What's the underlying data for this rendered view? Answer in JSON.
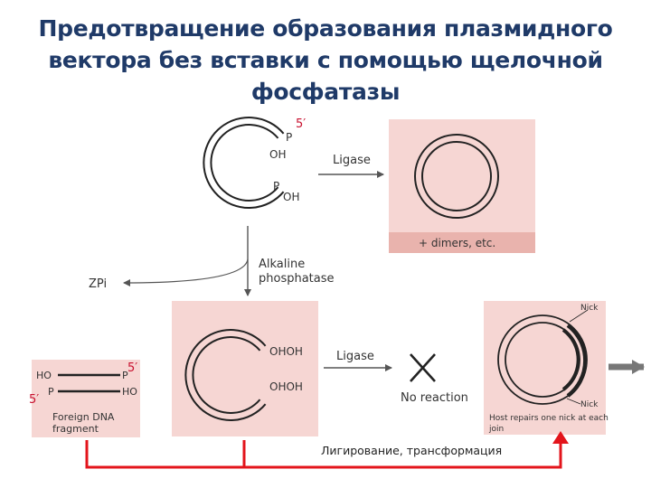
{
  "slide": {
    "title_lines": [
      "Предотвращение образования плазмидного",
      "вектора без вставки с помощью щелочной",
      "фосфатазы"
    ],
    "caption": "Лигирование, трансформация"
  },
  "diagram": {
    "five_prime": "5′",
    "top_vector": {
      "p": "P",
      "oh1": "OH",
      "p2": "P",
      "oh2": "OH"
    },
    "ligase_label": "Ligase",
    "dimers_label": "+ dimers, etc.",
    "alkaline_label_1": "Alkaline",
    "alkaline_label_2": "phosphatase",
    "zpi_label": "ZPi",
    "dephos_vector": {
      "ohoh1": "OHOH",
      "ohoh2": "OHOH"
    },
    "ligase_label_2": "Ligase",
    "no_reaction_label": "No reaction",
    "insert": {
      "ho1": "HO",
      "p1": "P",
      "p2": "P",
      "ho2": "HO"
    },
    "insert_caption_1": "Foreign DNA",
    "insert_caption_2": "fragment",
    "nick_label_1": "Nick",
    "nick_label_2": "Nick",
    "host_caption_1": "Host repairs one nick at each",
    "host_caption_2": "join"
  },
  "colors": {
    "title": "#1f3a68",
    "panel": "#f6d6d3",
    "panel_header": "#e9b3ad",
    "arrow_red": "#e3141b",
    "five_prime_red": "#c8102e"
  }
}
